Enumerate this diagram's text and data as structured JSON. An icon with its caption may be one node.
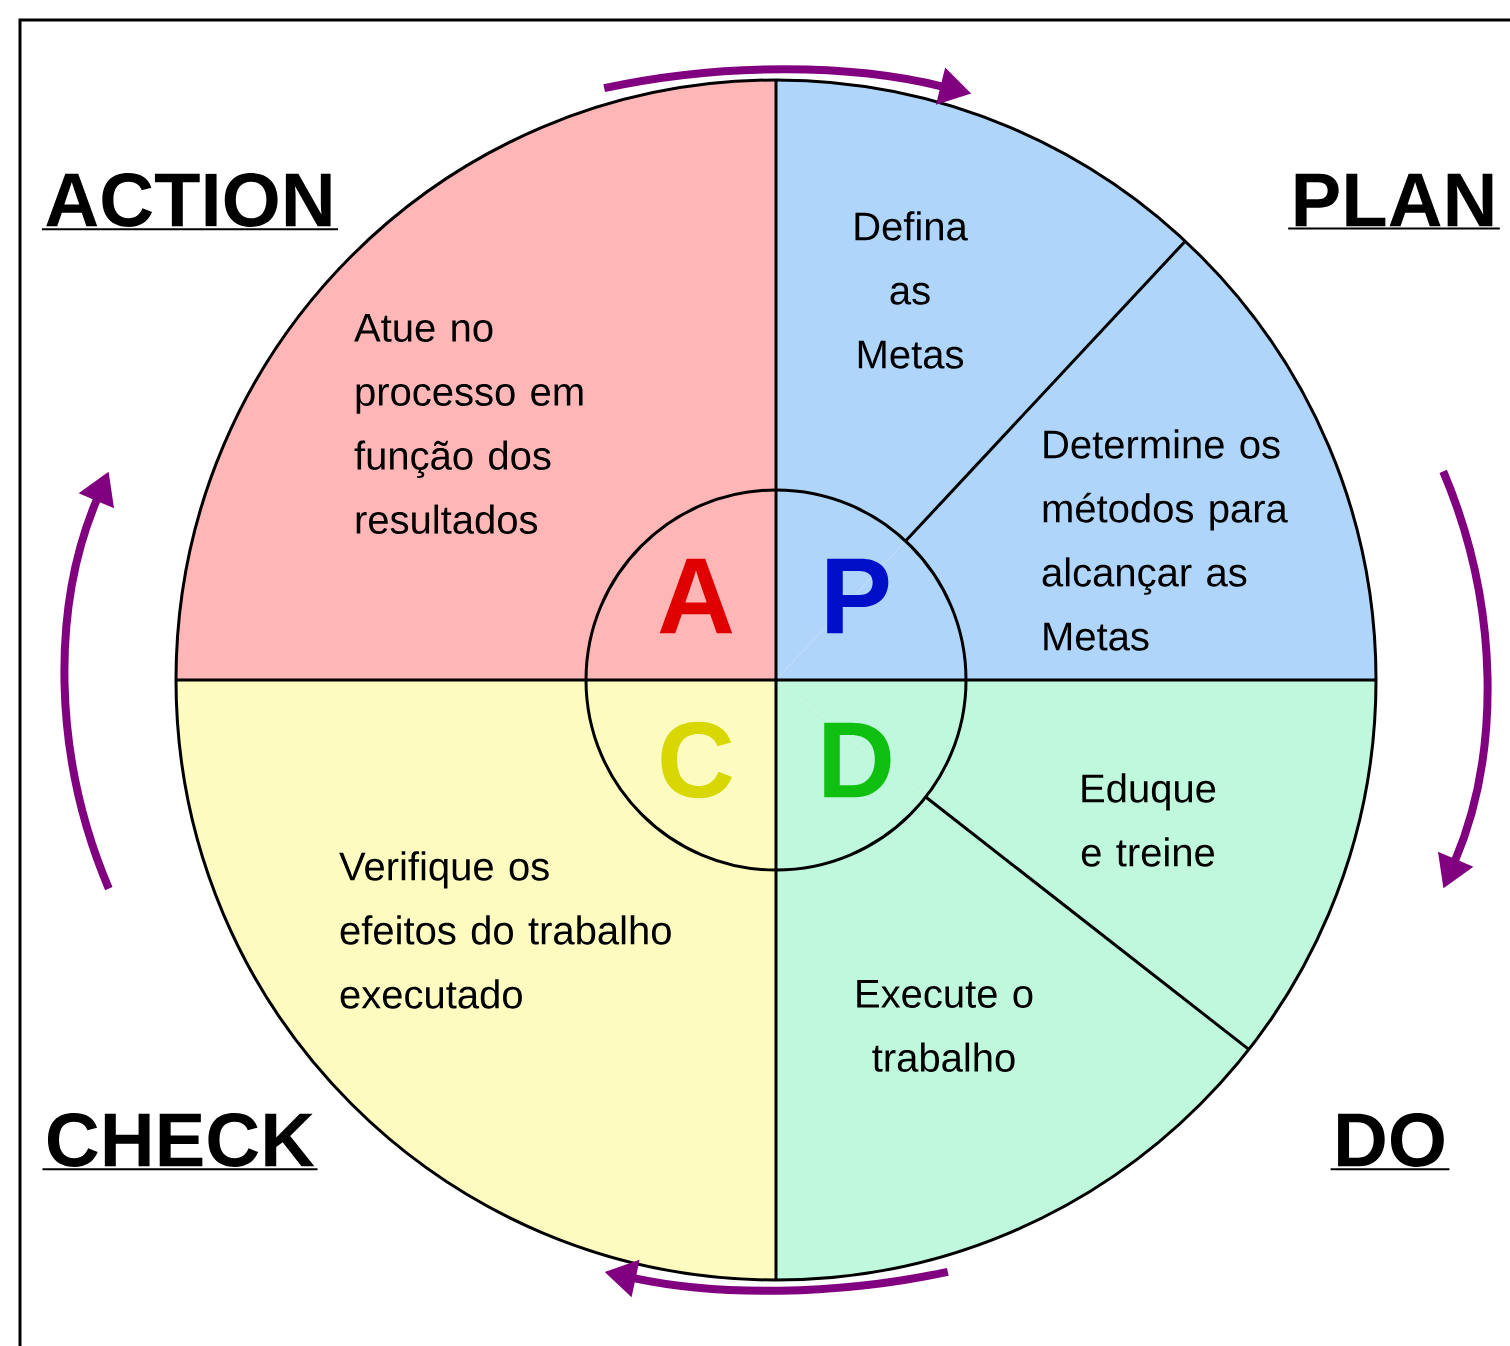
{
  "diagram": {
    "nodes": [
      {
        "text": [
          "Atue no processo em função dos resultados"
        ]
      },
      {
        "text": [
          "Defina as Metas"
        ]
      },
      {
        "text": [
          "Determine os métodos para alcançar as Metas"
        ]
      },
      {
        "text": [
          "Eduque e treine"
        ]
      },
      {
        "text": [
          "Execute o trabalho"
        ]
      },
      {
        "text": [
          "Verifique os efeitos do trabalho executado"
        ]
      },
      {
        "text": [
          "A"
        ],
        "in": 0
      },
      {
        "text": [
          "P"
        ],
        "in": 1
      },
      {
        "text": [
          "C"
        ],
        "in": 5
      },
      {
        "text": [
          "D"
        ],
        "in": 4
      }
    ],
    "labels": [
      "ACTION",
      "PLAN",
      "CHECK",
      "DO"
    ]
  }
}
